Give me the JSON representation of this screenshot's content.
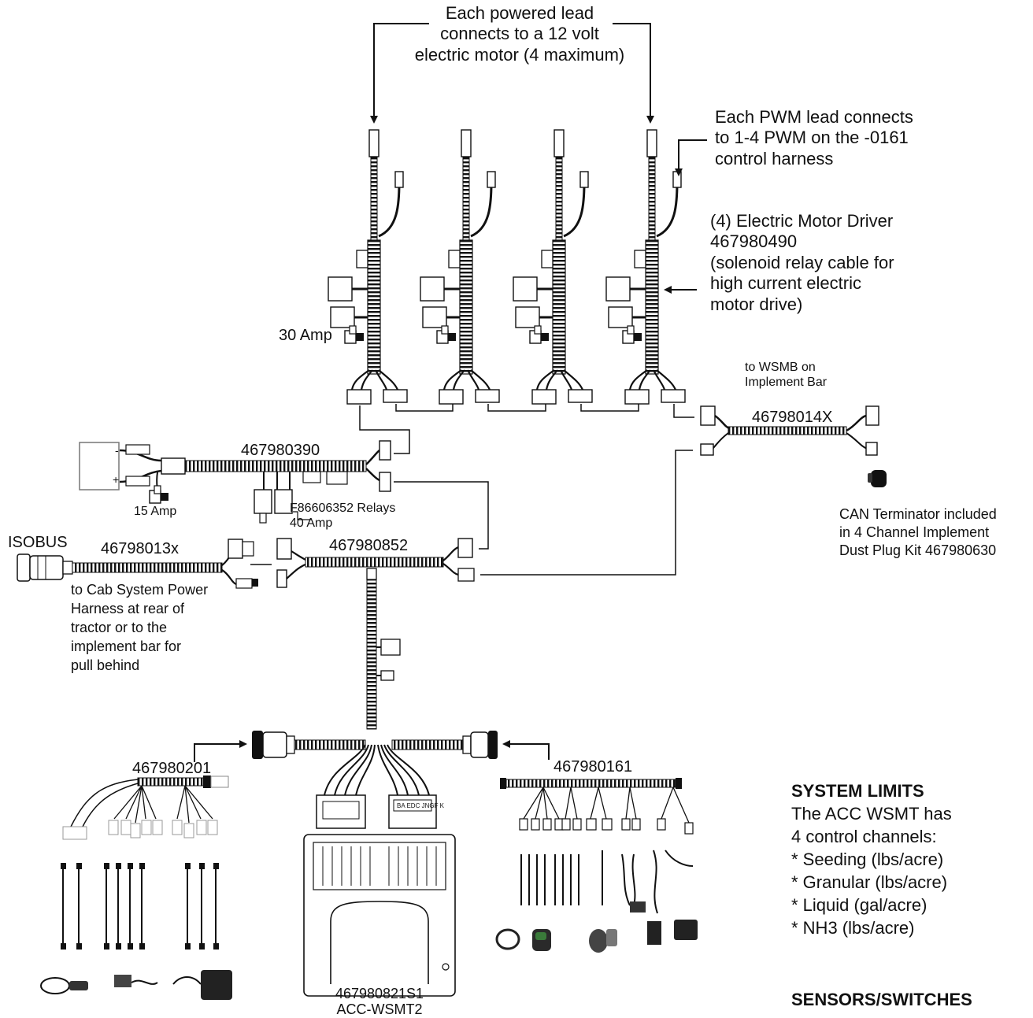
{
  "labels": {
    "powered_lead": [
      "Each powered lead",
      "connects to a 12 volt",
      "electric motor (4 maximum)"
    ],
    "pwm_lead": [
      "Each PWM lead connects",
      "to 1-4 PWM on the -0161",
      "control harness"
    ],
    "motor_driver": [
      "(4) Electric Motor Driver",
      "467980490",
      "(solenoid relay cable for",
      "high current electric",
      "motor drive)"
    ],
    "amp30": "30 Amp",
    "to_wsmb": [
      "to WSMB on",
      "Implement Bar"
    ],
    "part_46798014X": "46798014X",
    "part_467980390": "467980390",
    "amp15": "15 Amp",
    "relays": [
      "F86606352 Relays",
      "40 Amp"
    ],
    "can_terminator": [
      "CAN Terminator included",
      "in 4 Channel Implement",
      "Dust Plug Kit 467980630"
    ],
    "isobus": "ISOBUS",
    "part_46798013x": "46798013x",
    "part_467980852": "467980852",
    "cab_power": [
      "to Cab System Power",
      "Harness at rear of",
      "tractor or to the",
      "implement bar for",
      "pull behind"
    ],
    "part_467980201": "467980201",
    "part_467980161": "467980161",
    "module": [
      "467980821S1",
      "ACC-WSMT2"
    ]
  },
  "system_limits": {
    "heading": "SYSTEM LIMITS",
    "lines": [
      "The ACC WSMT has",
      "4 control channels:",
      "* Seeding (lbs/acre)",
      "* Granular (lbs/acre)",
      "* Liquid (gal/acre)",
      "* NH3 (lbs/acre)"
    ]
  },
  "sensors_heading": "SENSORS/SWITCHES"
}
